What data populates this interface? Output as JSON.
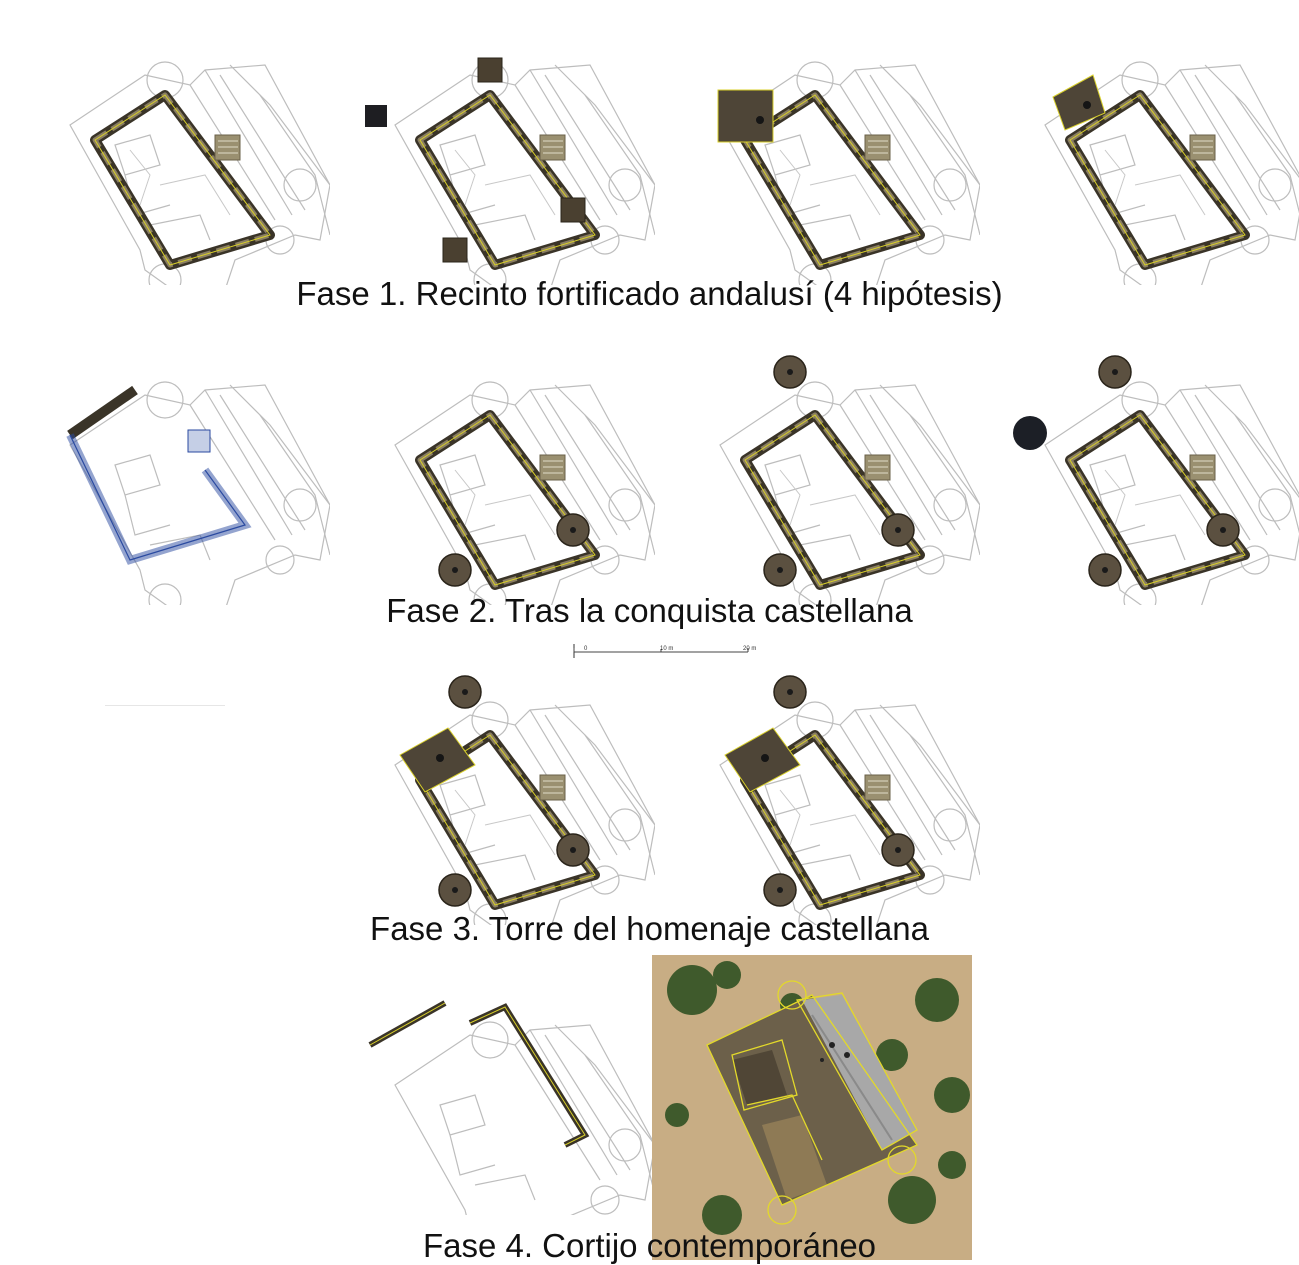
{
  "captions": {
    "phase1": "Fase 1. Recinto fortificado andalusí (4 hipótesis)",
    "phase2": "Fase 2. Tras la conquista castellana",
    "phase3": "Fase 3. Torre del homenaje castellana",
    "phase4": "Fase 4. Cortijo contemporáneo"
  },
  "scale_bar": {
    "label_0": "0",
    "label_10": "10 m",
    "label_20": "20 m"
  },
  "colors": {
    "wall_dark": "#3a3428",
    "wall_stone": "#8a7e62",
    "outline_yellow": "#d8cf2a",
    "sketch_gray": "#b9b9b9",
    "tower_brown": "#5b5040",
    "tower_dark": "#1c1f26",
    "blue_plan": "#2a4aa0",
    "aerial_grass": "#c5a97e"
  },
  "plans": [
    {
      "id": "phase1-h1",
      "variant": "p1a"
    },
    {
      "id": "phase1-h2",
      "variant": "p1b"
    },
    {
      "id": "phase1-h3",
      "variant": "p1c"
    },
    {
      "id": "phase1-h4",
      "variant": "p1d"
    },
    {
      "id": "phase2-a",
      "variant": "blue"
    },
    {
      "id": "phase2-b",
      "variant": "p2b"
    },
    {
      "id": "phase2-c",
      "variant": "p2c"
    },
    {
      "id": "phase2-d",
      "variant": "p2d"
    },
    {
      "id": "phase3-a",
      "variant": "p3a"
    },
    {
      "id": "phase3-b",
      "variant": "p3b"
    },
    {
      "id": "phase4-plan",
      "variant": "p4"
    }
  ]
}
